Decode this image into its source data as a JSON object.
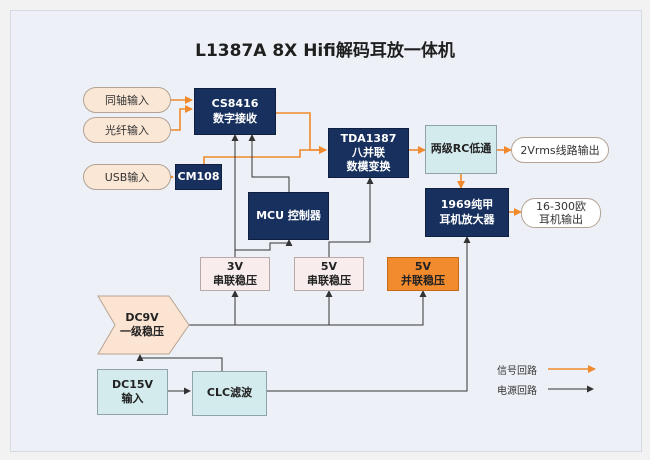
{
  "title": "L1387A 8X Hifi解码耳放一体机",
  "inputs": {
    "coax": "同轴输入",
    "optical": "光纤输入",
    "usb": "USB输入"
  },
  "blocks": {
    "cs8416": [
      "CS8416",
      "数字接收"
    ],
    "cm108": "CM108",
    "tda1387": [
      "TDA1387",
      "八并联",
      "数模变换"
    ],
    "mcu": "MCU 控制器",
    "rc": "两级RC低通",
    "amp": [
      "1969纯甲",
      "耳机放大器"
    ],
    "reg3v": [
      "3V",
      "串联稳压"
    ],
    "reg5v": [
      "5V",
      "串联稳压"
    ],
    "reg5v_par": [
      "5V",
      "并联稳压"
    ],
    "dc9v": [
      "DC9V",
      "一级稳压"
    ],
    "dc15v": [
      "DC15V",
      "输入"
    ],
    "clc": "CLC滤波"
  },
  "outputs": {
    "line": "2Vrms线路输出",
    "headphone": [
      "16-300欧",
      "耳机输出"
    ]
  },
  "legend": {
    "signal": "信号回路",
    "power": "电源回路"
  },
  "colors": {
    "signal": "#f08a2c",
    "power": "#333333",
    "dark_block": "#17305e",
    "teal_block": "#d4ebed",
    "pink_block": "#f9ecec",
    "orange_block": "#f28a2e"
  }
}
